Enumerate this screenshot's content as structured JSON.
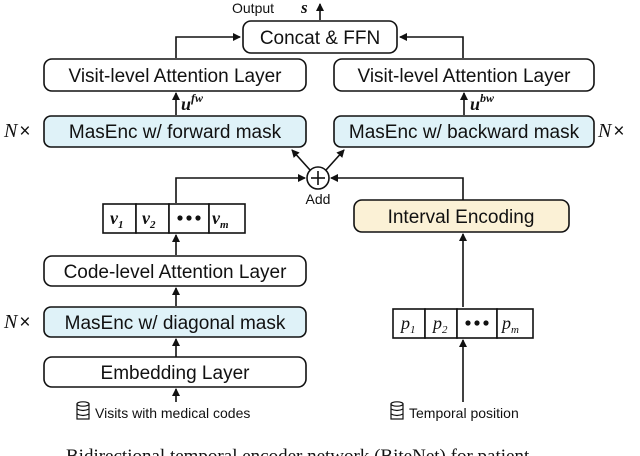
{
  "top": {
    "output_label": "Output",
    "output_symbol": "s",
    "concat_ffn": "Concat & FFN"
  },
  "left_branch": {
    "visit_attention": "Visit-level Attention Layer",
    "u_fw_base": "u",
    "u_fw_sup": "fw",
    "masenc_forward": "MasEnc w/ forward mask",
    "seq": [
      "v",
      "v",
      "v"
    ],
    "seq_subs": [
      "1",
      "2",
      "m"
    ],
    "code_attention": "Code-level Attention Layer",
    "masenc_diagonal": "MasEnc w/ diagonal mask",
    "embedding": "Embedding Layer",
    "input": "Visits with medical codes"
  },
  "right_branch": {
    "visit_attention": "Visit-level Attention Layer",
    "u_bw_base": "u",
    "u_bw_sup": "bw",
    "masenc_backward": "MasEnc w/ backward mask",
    "interval_encoding": "Interval Encoding",
    "seq": [
      "p",
      "p",
      "p"
    ],
    "seq_subs": [
      "1",
      "2",
      "m"
    ],
    "input": "Temporal position"
  },
  "add": {
    "symbol": "+",
    "label": "Add"
  },
  "repeat": {
    "N": "N",
    "times": "×"
  },
  "caption": "Bidirectional temporal encoder network (BiteNet) for patient"
}
